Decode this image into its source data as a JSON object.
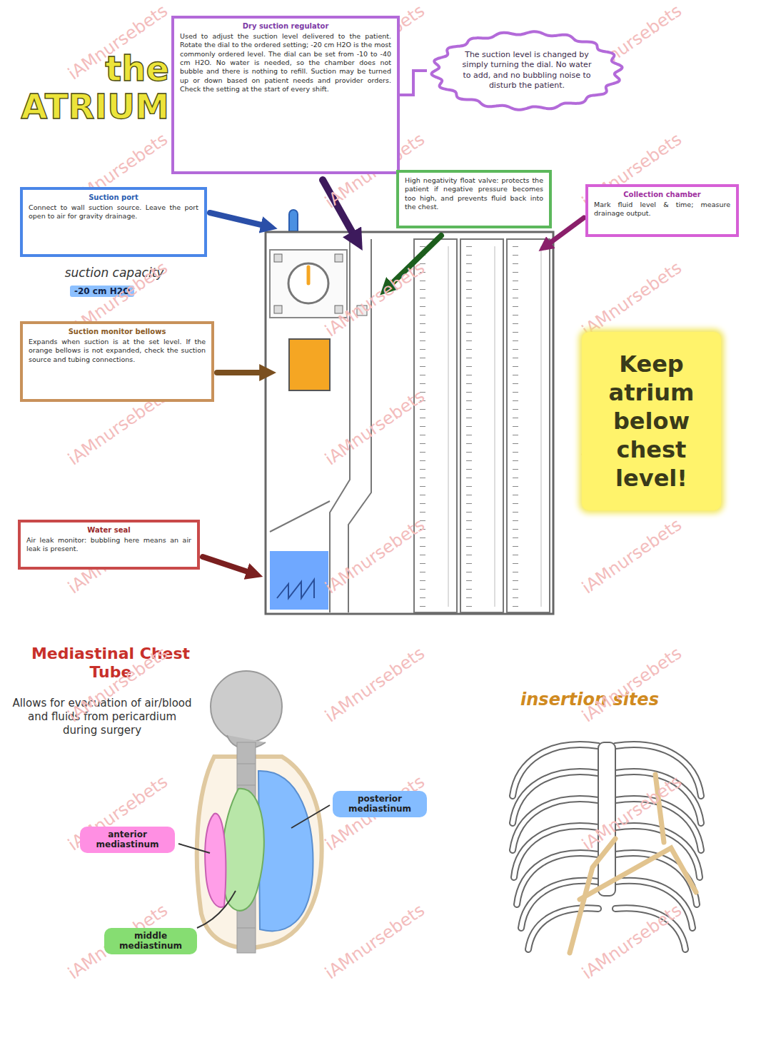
{
  "diagram": {
    "title": "the ATRIUM",
    "nodes": [
      {
        "text": [
          "Dry suction regulator",
          "Used to adjust the suction level delivered to the patient. Rotate the dial to the ordered setting; -20 cm H2O is the most commonly ordered level. The dial can be set from -10 to -40 cm H2O. No water is needed, so the chamber does not bubble and there is nothing to refill. Suction may be turned up or down based on patient needs and provider orders. Check the setting at the start of every shift."
        ]
      },
      {
        "text": [
          "The suction level is changed by simply turning the dial. No water to add, and no bubbling noise to disturb the patient."
        ]
      },
      {
        "text": [
          "Suction port",
          "Connect to wall suction source. Leave the port open to air for gravity drainage."
        ]
      },
      {
        "text": [
          "High negativity float valve: protects the patient if negative pressure becomes too high, and prevents fluid back into the chest."
        ]
      },
      {
        "text": [
          "Collection chamber",
          "Mark fluid level & time; measure drainage output."
        ]
      },
      {
        "text": [
          "Suction monitor bellows",
          "Expands when suction is at the set level. If the orange bellows is not expanded, check the suction source and tubing connections."
        ]
      },
      {
        "text": [
          "Water seal",
          "Air leak monitor: bubbling here means an air leak is present."
        ]
      },
      {
        "text": [
          "Keep atrium below chest level!"
        ]
      },
      {
        "text": [
          "anterior mediastinum"
        ]
      },
      {
        "text": [
          "middle mediastinum"
        ]
      },
      {
        "text": [
          "posterior mediastinum"
        ]
      }
    ],
    "edges": [
      {
        "from": 0,
        "to": 1,
        "arrow": "none"
      }
    ],
    "labels": [
      "suction capacity",
      "-20 cm H2O",
      "Mediastinal Chest Tube",
      "Allows for evacuation of air/blood and fluids from pericardium during surgery",
      "insertion sites",
      "iAMnursebets",
      "iAMnursebets",
      "iAMnursebets",
      "iAMnursebets",
      "iAMnursebets",
      "iAMnursebets",
      "iAMnursebets",
      "iAMnursebets",
      "iAMnursebets",
      "iAMnursebets",
      "iAMnursebets",
      "iAMnursebets",
      "iAMnursebets",
      "iAMnursebets",
      "iAMnursebets",
      "iAMnursebets",
      "iAMnursebets",
      "iAMnursebets",
      "iAMnursebets",
      "iAMnursebets",
      "iAMnursebets",
      "iAMnursebets",
      "iAMnursebets",
      "iAMnursebets"
    ]
  }
}
